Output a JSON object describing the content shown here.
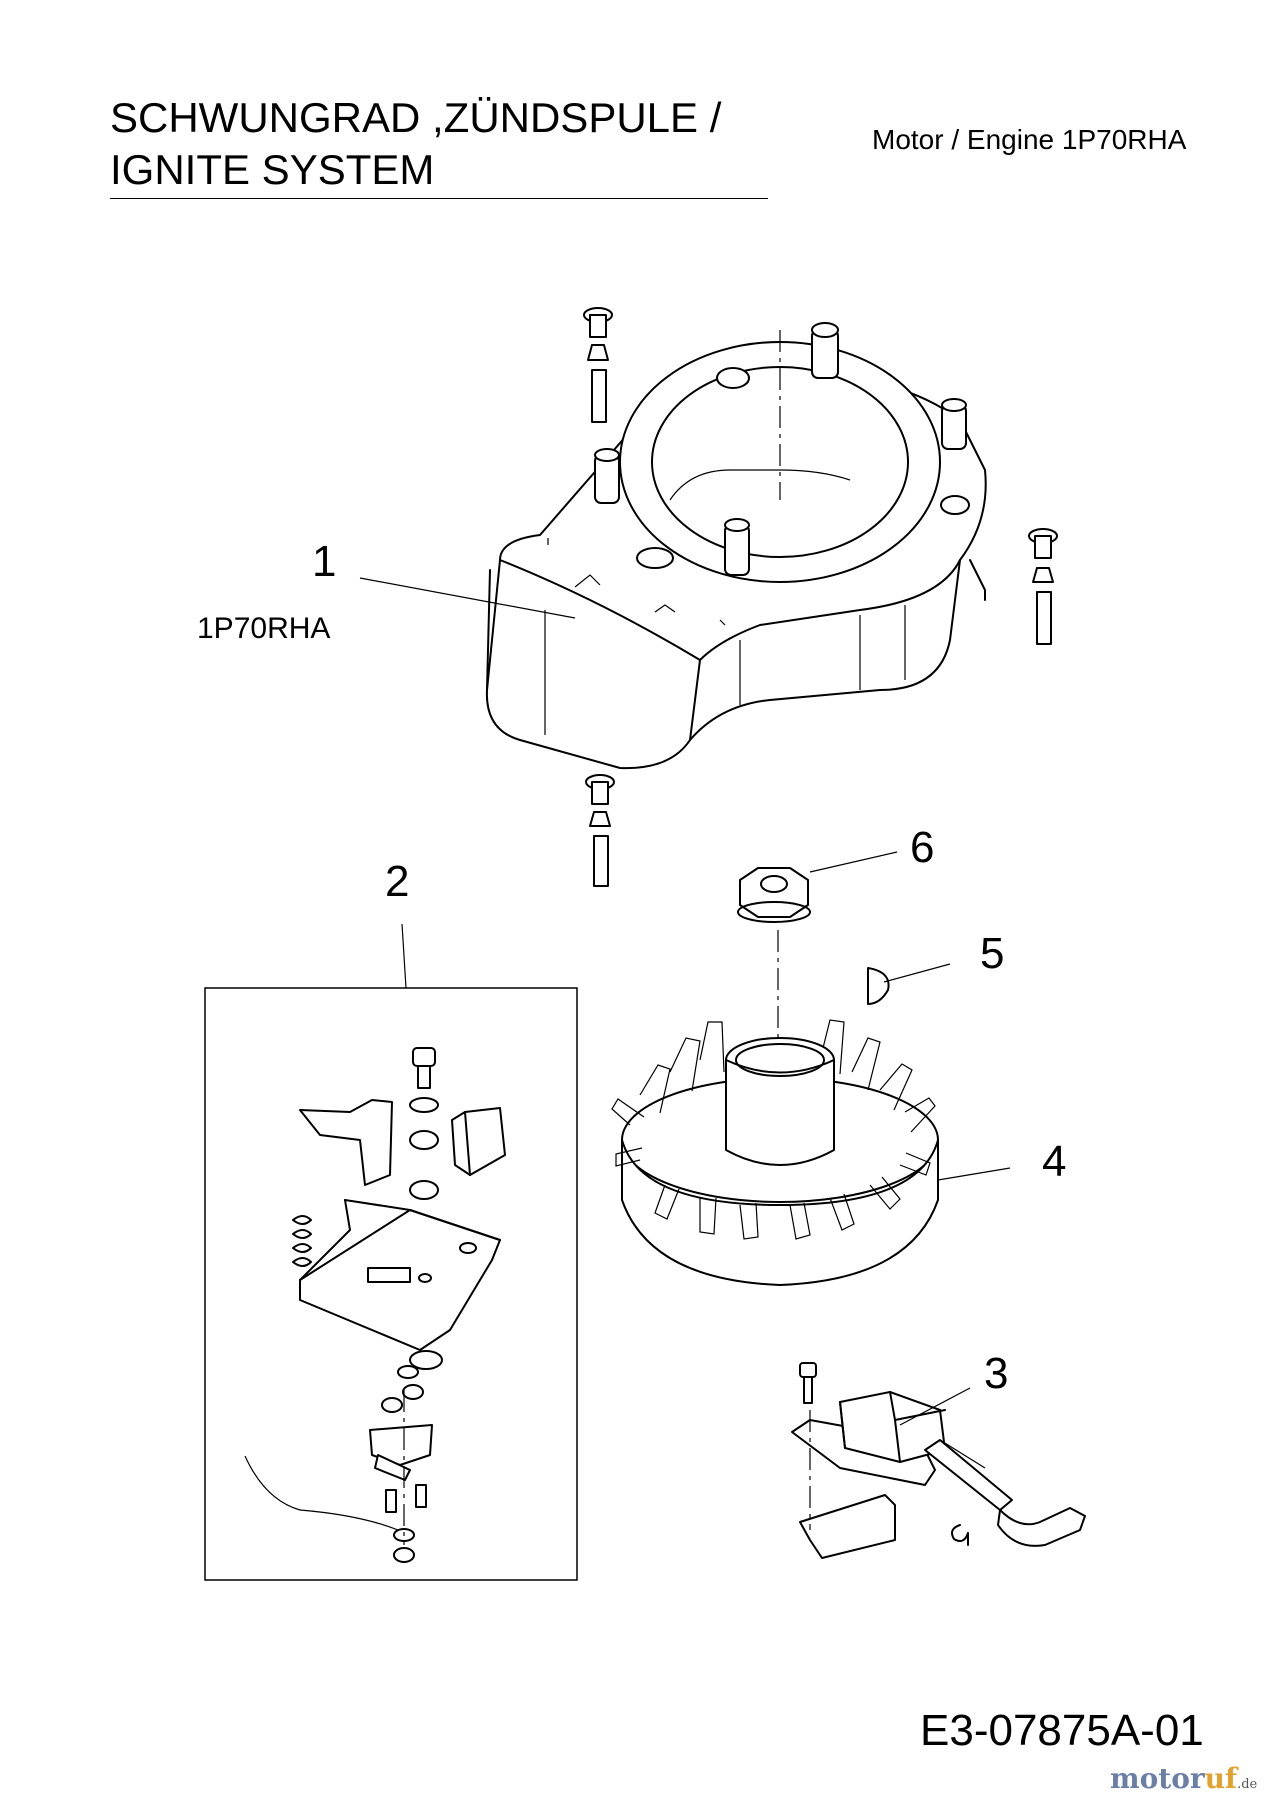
{
  "header": {
    "title_line1": "SCHWUNGRAD ,ZÜNDSPULE /",
    "title_line2": "IGNITE SYSTEM",
    "engine": "Motor / Engine 1P70RHA"
  },
  "callouts": [
    {
      "number": "1",
      "part": "blower-housing"
    },
    {
      "number": "2",
      "part": "brake-assembly"
    },
    {
      "number": "3",
      "part": "ignition-coil"
    },
    {
      "number": "4",
      "part": "flywheel"
    },
    {
      "number": "5",
      "part": "key"
    },
    {
      "number": "6",
      "part": "flywheel-nut"
    }
  ],
  "model_label": "1P70RHA",
  "part_code": "E3-07875A-01",
  "watermark": {
    "text1": "motor",
    "text2": "uf",
    "suffix": ".de",
    "color1": "#6b7fa6",
    "color2": "#e2a12c"
  }
}
